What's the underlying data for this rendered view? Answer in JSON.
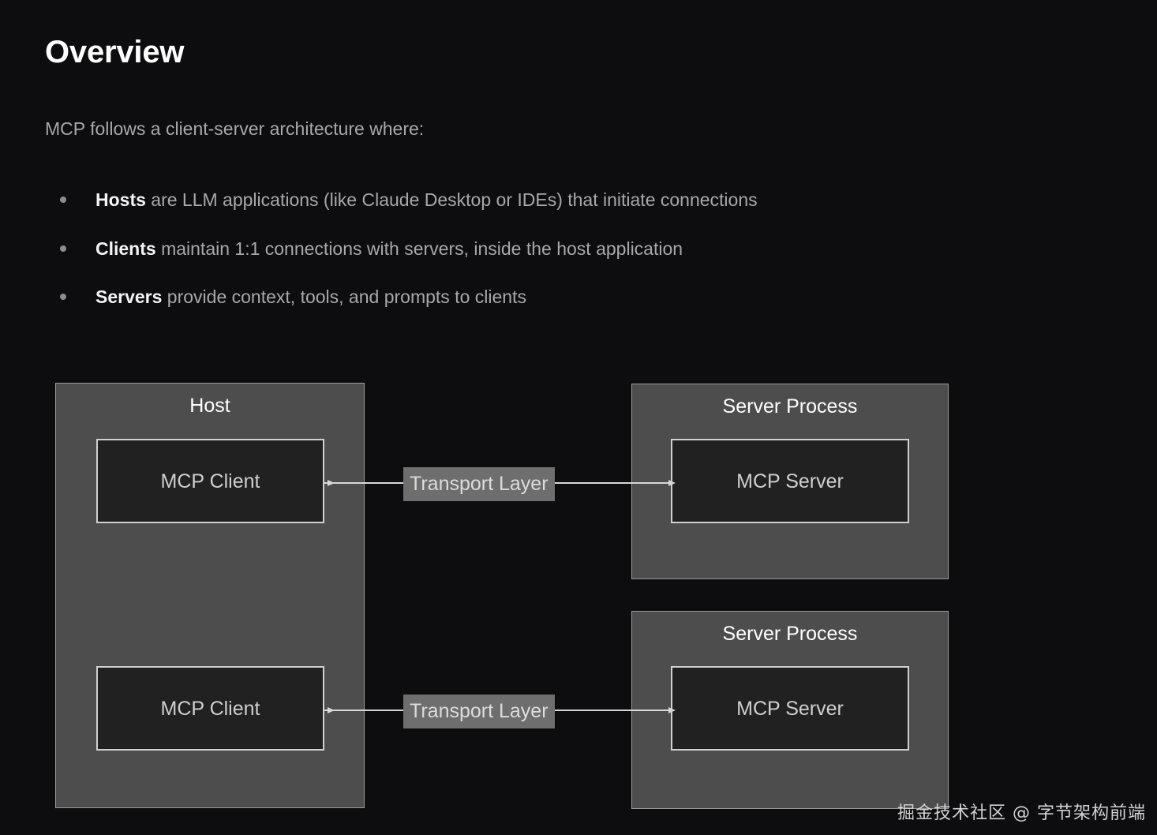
{
  "article": {
    "title": "Overview",
    "intro": "MCP follows a client-server architecture where:",
    "bullets": [
      {
        "term": "Hosts",
        "rest": " are LLM applications (like Claude Desktop or IDEs) that initiate connections"
      },
      {
        "term": "Clients",
        "rest": " maintain 1:1 connections with servers, inside the host application"
      },
      {
        "term": "Servers",
        "rest": " provide context, tools, and prompts to clients"
      }
    ]
  },
  "diagram": {
    "host": {
      "title": "Host",
      "clients": [
        {
          "label": "MCP Client"
        },
        {
          "label": "MCP Client"
        }
      ]
    },
    "server_processes": [
      {
        "title": "Server Process",
        "server_label": "MCP Server"
      },
      {
        "title": "Server Process",
        "server_label": "MCP Server"
      }
    ],
    "connections": [
      {
        "label": "Transport Layer"
      },
      {
        "label": "Transport Layer"
      }
    ],
    "colors": {
      "background": "#0d0d0f",
      "outer_box_fill": "#4d4d4d",
      "outer_box_border": "#9a9a9a",
      "inner_box_fill": "#212121",
      "inner_box_border": "#d0d0d0",
      "label_badge_fill": "#6e6e6e",
      "arrow_stroke": "#d8d8da",
      "heading_text": "#ffffff",
      "body_text": "#a8a8aa"
    }
  },
  "watermark": {
    "text": "掘金技术社区 @ 字节架构前端"
  }
}
